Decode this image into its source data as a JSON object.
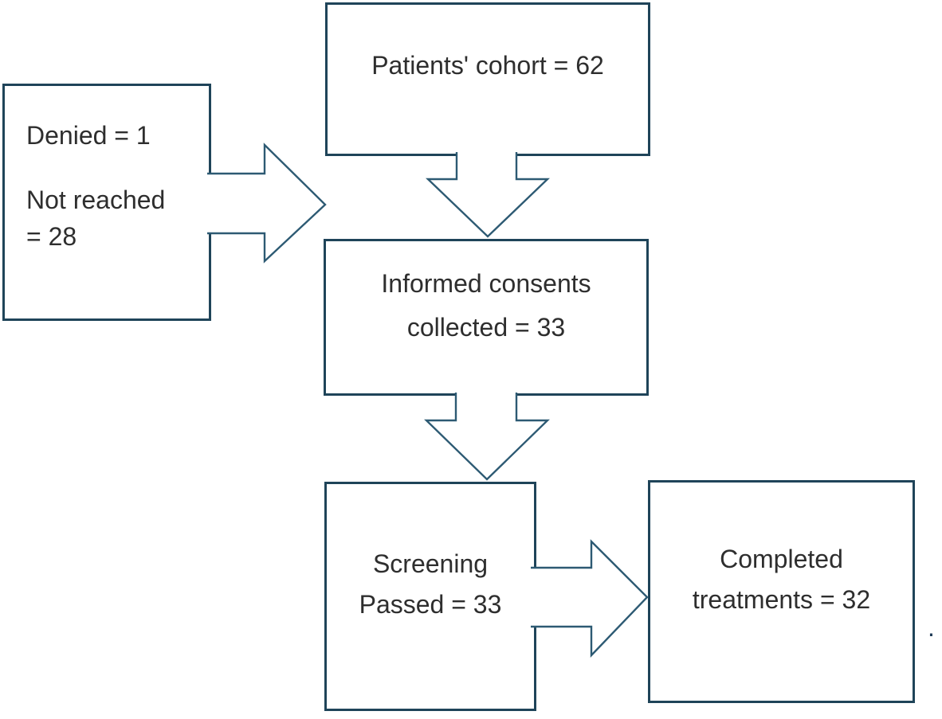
{
  "diagram": {
    "type": "flowchart",
    "nodes": {
      "cohort": {
        "label": "Patients' cohort = 62"
      },
      "excluded": {
        "para1": "Denied = 1",
        "para2": "Not reached = 28"
      },
      "consents": {
        "line1": "Informed consents",
        "line2": "collected = 33"
      },
      "screening": {
        "line1": "Screening",
        "line2": "Passed = 33"
      },
      "completed": {
        "line1": "Completed",
        "line2": "treatments = 32"
      }
    },
    "edges": [
      {
        "from": "cohort",
        "to": "consents",
        "direction": "down"
      },
      {
        "from": "excluded",
        "to": "consents",
        "direction": "right"
      },
      {
        "from": "consents",
        "to": "screening",
        "direction": "down"
      },
      {
        "from": "screening",
        "to": "completed",
        "direction": "right"
      }
    ],
    "trailing_period": "."
  },
  "colors": {
    "box_border": "#1f4459",
    "arrow_outline": "#2d5a73",
    "arrow_fill": "#ffffff",
    "text": "#2e2e2e",
    "background": "#ffffff"
  }
}
